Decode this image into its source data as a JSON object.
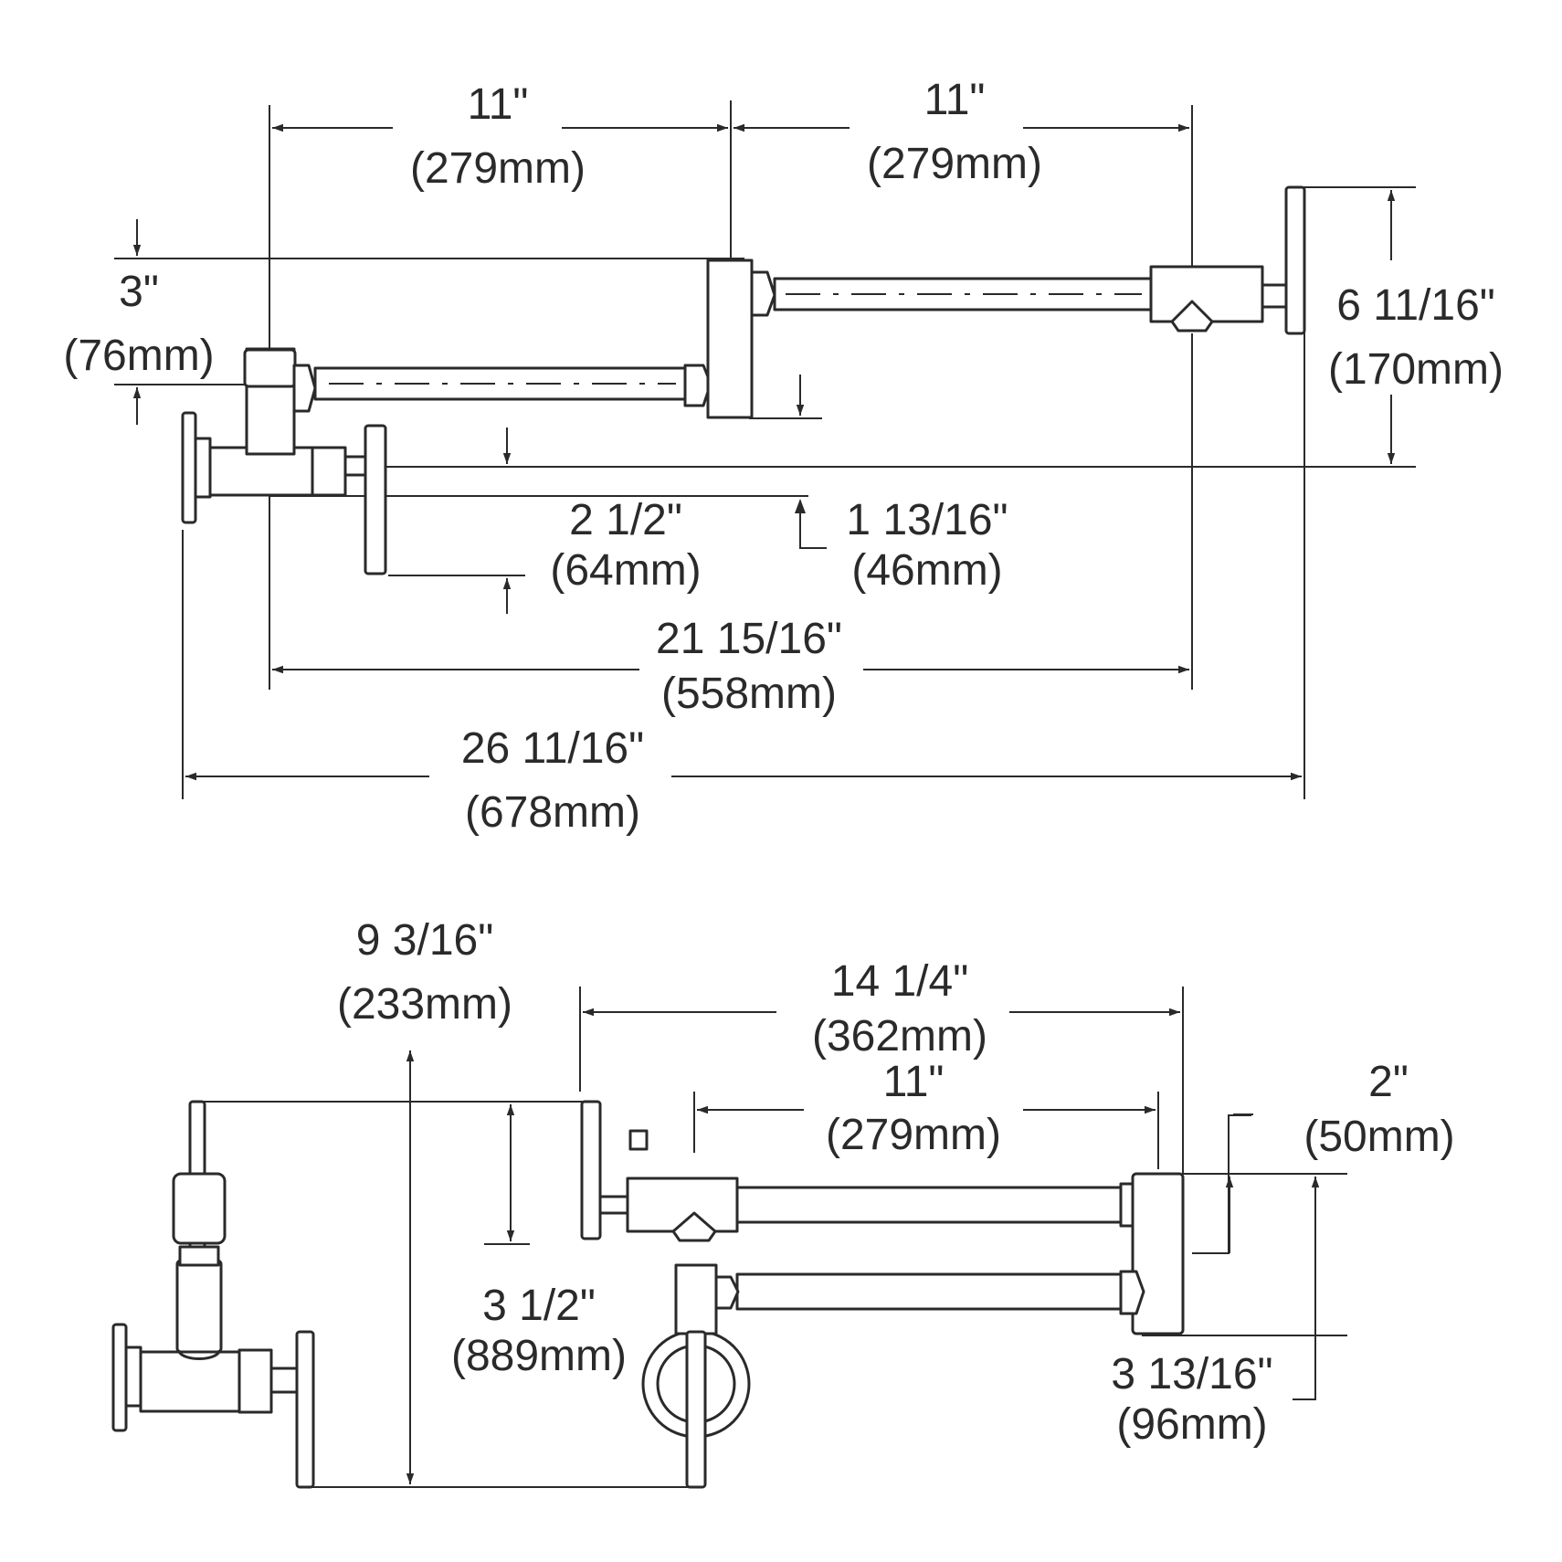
{
  "top_view": {
    "dim_arm1": {
      "imperial": "11\"",
      "metric": "(279mm)"
    },
    "dim_arm2": {
      "imperial": "11\"",
      "metric": "(279mm)"
    },
    "dim_offset": {
      "imperial": "3\"",
      "metric": "(76mm)"
    },
    "dim_height": {
      "imperial": "6 11/16\"",
      "metric": "(170mm)"
    },
    "dim_valve": {
      "imperial": "2 1/2\"",
      "metric": "(64mm)"
    },
    "dim_outlet": {
      "imperial": "1 13/16\"",
      "metric": "(46mm)"
    },
    "dim_reach": {
      "imperial": "21 15/16\"",
      "metric": "(558mm)"
    },
    "dim_overall": {
      "imperial": "26 11/16\"",
      "metric": "(678mm)"
    }
  },
  "bottom_view": {
    "dim_depth": {
      "imperial": "9 3/16\"",
      "metric": "(233mm)"
    },
    "dim_span": {
      "imperial": "14 1/4\"",
      "metric": "(362mm)"
    },
    "dim_arm": {
      "imperial": "11\"",
      "metric": "(279mm)"
    },
    "dim_joint": {
      "imperial": "2\"",
      "metric": "(50mm)"
    },
    "dim_handle": {
      "imperial": "3 1/2\"",
      "metric": "(889mm)"
    },
    "dim_swivel": {
      "imperial": "3 13/16\"",
      "metric": "(96mm)"
    }
  }
}
